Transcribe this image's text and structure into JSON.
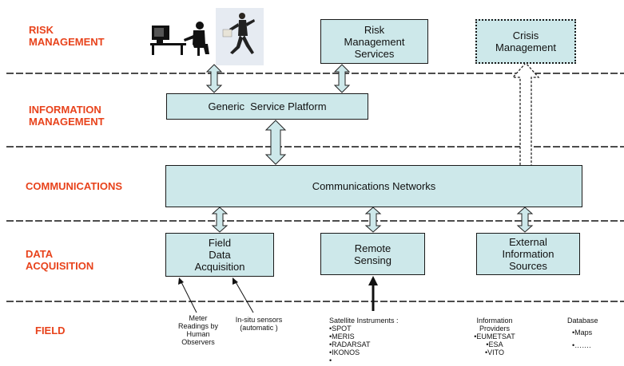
{
  "layers": {
    "risk": "RISK\nMANAGEMENT",
    "information": "INFORMATION\nMANAGEMENT",
    "communications": "COMMUNICATIONS",
    "data": "DATA\nACQUISITION",
    "field": "FIELD"
  },
  "boxes": {
    "risk_services": "Risk\nManagement\nServices",
    "crisis": "Crisis\nManagement",
    "generic": "Generic  Service Platform",
    "comm_networks": "Communications Networks",
    "field_data": "Field\nData\nAcquisition",
    "remote": "Remote\nSensing",
    "external": "External\nInformation\nSources"
  },
  "field_notes": {
    "meter": "Meter\nReadings  by\nHuman\nObservers",
    "insitu": "In-situ sensors\n(automatic )",
    "satellite_title": "Satellite Instruments :",
    "satellite_items": [
      "•SPOT",
      "•MERIS",
      "•RADARSAT",
      "•IKONOS",
      "•"
    ],
    "providers_title": "Information\nProviders",
    "providers_items": [
      "•EUMETSAT",
      "•ESA",
      "•VITO"
    ],
    "database_title": "Database",
    "database_items": [
      "•Maps",
      "•……."
    ]
  },
  "icons": [
    "office-worker-icon",
    "running-businessman-icon"
  ],
  "colors": {
    "layer_label": "#e8431c",
    "box_fill": "#cde8ea",
    "arrow_fill": "#cde8ea"
  }
}
